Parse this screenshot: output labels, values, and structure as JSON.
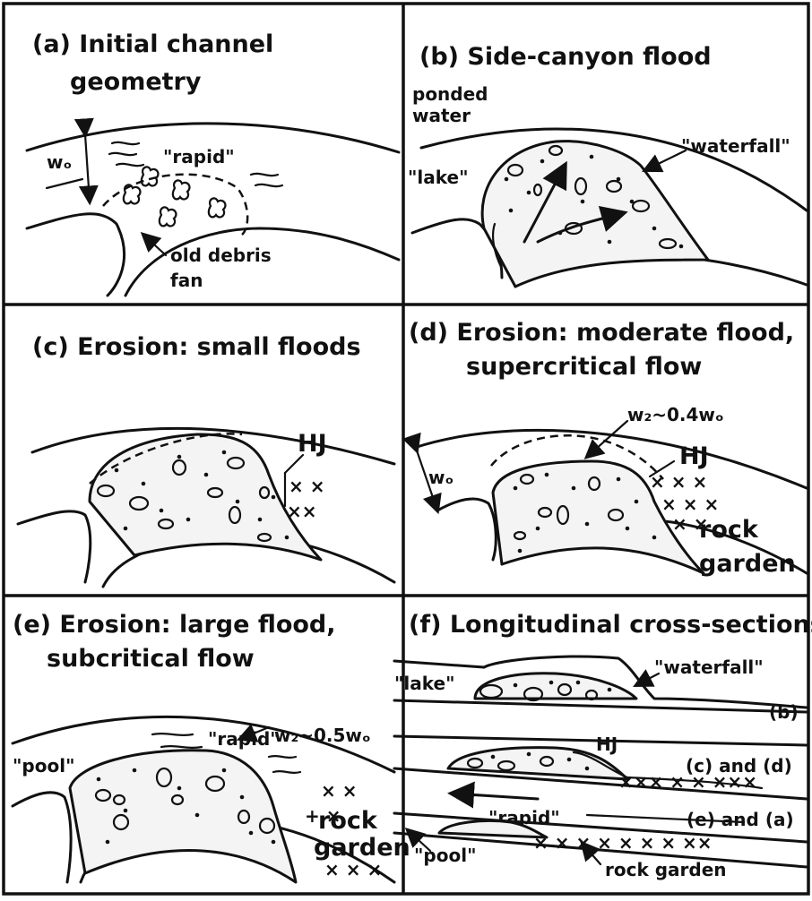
{
  "panels": {
    "a": {
      "title_line1": "(a) Initial channel",
      "title_line2": "geometry",
      "labels": {
        "width": "wₒ",
        "rapid": "\"rapid\"",
        "old_debris": "old debris",
        "fan": "fan"
      }
    },
    "b": {
      "title_line1": "(b) Side-canyon flood",
      "labels": {
        "ponded": "ponded",
        "water": "water",
        "lake": "\"lake\"",
        "waterfall": "\"waterfall\""
      }
    },
    "c": {
      "title_line1": "(c) Erosion: small floods",
      "labels": {
        "hj": "HJ"
      }
    },
    "d": {
      "title_line1": "(d) Erosion: moderate flood,",
      "title_line2": "supercritical flow",
      "labels": {
        "w2": "w₂~0.4wₒ",
        "width": "wₒ",
        "hj": "HJ",
        "rock": "rock",
        "garden": "garden"
      }
    },
    "e": {
      "title_line1": "(e) Erosion: large flood,",
      "title_line2": "subcritical flow",
      "labels": {
        "w2": "w₂~0.5wₒ",
        "rapid": "\"rapid\"",
        "pool": "\"pool\"",
        "rock": "rock",
        "garden": "garden"
      }
    },
    "f": {
      "title_line1": "(f) Longitudinal cross-sections",
      "labels": {
        "lake": "\"lake\"",
        "waterfall": "\"waterfall\"",
        "b": "(b)",
        "hj": "HJ",
        "c_and_d": "(c) and (d)",
        "rapid": "\"rapid\"",
        "e_and_a": "(e) and (a)",
        "pool": "\"pool\"",
        "rock_garden": "rock garden"
      }
    }
  }
}
